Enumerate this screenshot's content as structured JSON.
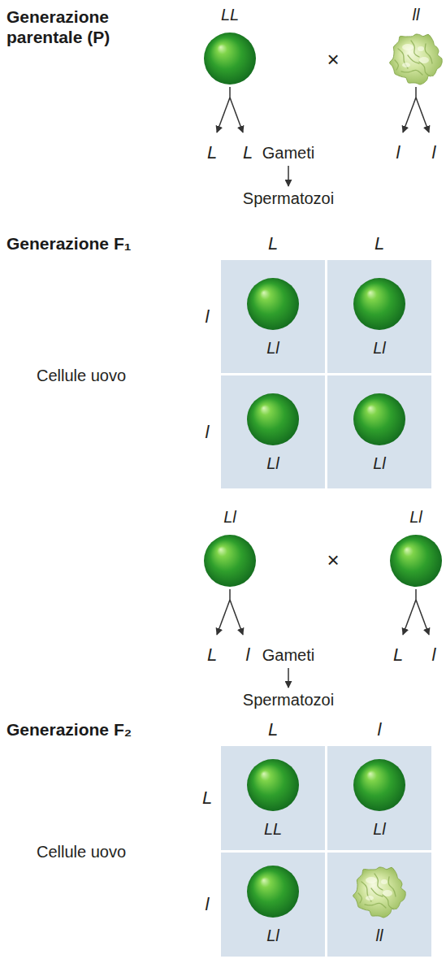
{
  "diagram": {
    "nodes": [
      {
        "text": [
          "LL"
        ]
      },
      {
        "text": [
          "ll"
        ]
      },
      {
        "text": [
          "Ll"
        ]
      },
      {
        "text": [
          "Ll"
        ]
      },
      {
        "text": [
          "Ll"
        ]
      },
      {
        "text": [
          "Ll"
        ]
      },
      {
        "text": [
          "Ll"
        ]
      },
      {
        "text": [
          "Ll"
        ]
      },
      {
        "text": [
          "LL"
        ]
      },
      {
        "text": [
          "Ll"
        ]
      },
      {
        "text": [
          "Ll"
        ]
      },
      {
        "text": [
          "ll"
        ]
      }
    ],
    "labels": [
      "Generazione parentale (P)",
      "×",
      "L",
      "L",
      "Gameti",
      "l",
      "l",
      "Spermatozoi",
      "Generazione F₁",
      "L",
      "L",
      "l",
      "Cellule uovo",
      "l",
      "×",
      "L",
      "l",
      "Gameti",
      "L",
      "l",
      "Spermatozoi",
      "Generazione F₂",
      "L",
      "l",
      "L",
      "Cellule uovo",
      "l"
    ]
  }
}
